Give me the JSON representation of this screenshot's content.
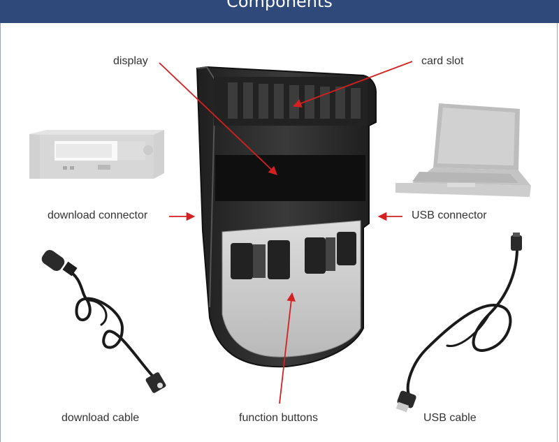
{
  "header": {
    "title": "Components"
  },
  "labels": {
    "display": "display",
    "card_slot": "card slot",
    "download_connector": "download connector",
    "usb_connector": "USB connector",
    "download_cable": "download cable",
    "function_buttons": "function buttons",
    "usb_cable": "USB cable"
  },
  "colors": {
    "header": "#2f4a7a",
    "arrow": "#d42020",
    "device_body": "#2e2e2e",
    "button_panel": "#c8c8c8"
  }
}
